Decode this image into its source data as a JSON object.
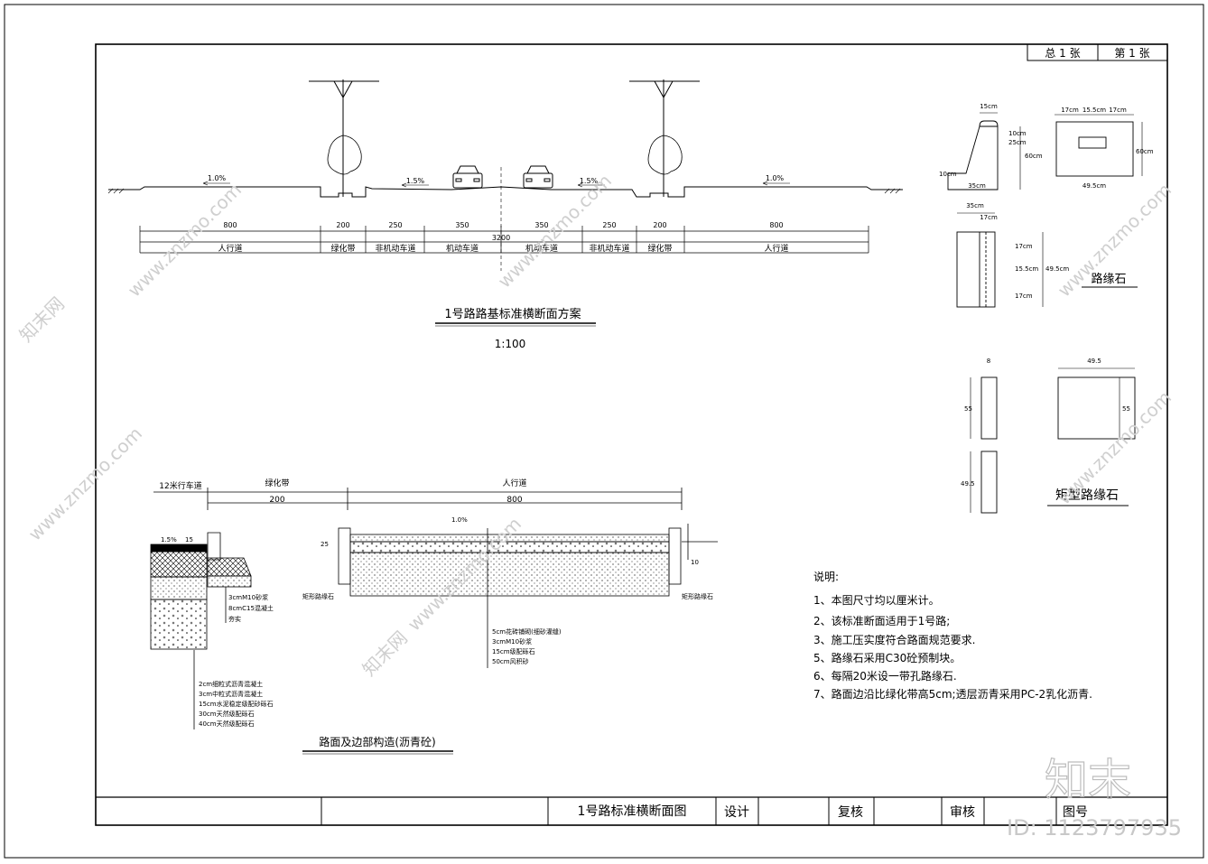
{
  "sheet_counter": {
    "total": "总 1 张",
    "page": "第 1 张"
  },
  "cross_section": {
    "slopes": {
      "left_walk": "1.0%",
      "left_lane": "1.5%",
      "right_lane": "1.5%",
      "right_walk": "1.0%"
    },
    "dims": [
      "800",
      "200",
      "250",
      "350",
      "350",
      "250",
      "200",
      "800"
    ],
    "total": "3200",
    "zones": [
      "人行道",
      "绿化带",
      "非机动车道",
      "机动车道",
      "机动车道",
      "非机动车道",
      "绿化带",
      "人行道"
    ],
    "title": "1号路路基标准横断面方案",
    "scale": "1:100"
  },
  "curb": {
    "dims": {
      "top_w": "15cm",
      "h1": "25cm",
      "h2": "10cm",
      "total_h": "60cm",
      "base_h": "10cm",
      "base_w": "35cm",
      "top_a": "17cm",
      "top_b": "15.5cm",
      "top_c": "17cm",
      "face_h": "60cm",
      "face_w": "49.5cm",
      "plan_w": "35cm",
      "plan_w2": "17cm",
      "p1": "17cm",
      "p2": "15.5cm",
      "p3": "17cm",
      "p_total": "49.5cm"
    },
    "label": "路缘石"
  },
  "rect_curb": {
    "dims": {
      "w_small": "8",
      "h_small": "55",
      "w_big": "49.5",
      "h_big": "55",
      "h_plan": "49.5"
    },
    "label": "矩型路缘石"
  },
  "detail": {
    "top_left": "12米行车道",
    "green": "绿化带",
    "walk": "人行道",
    "dim_green": "200",
    "dim_walk": "800",
    "slope_left": "1.5%",
    "slope_walk": "1.0%",
    "dim_15": "15",
    "dim_25": "25",
    "dim_10": "10",
    "curb_left": "矩形路缘石",
    "curb_right": "矩形路缘石",
    "left_layers": [
      "3cmM10砂浆",
      "8cmC15混凝土",
      "夯实"
    ],
    "walk_layers": [
      "5cm花砖铺砌(细砂灌缝)",
      "3cmM10砂浆",
      "15cm级配砾石",
      "50cm风积砂"
    ],
    "road_layers": [
      "2cm细粒式沥青混凝土",
      "3cm中粒式沥青混凝土",
      "15cm水泥稳定级配砂砾石",
      "30cm天然级配砾石",
      "40cm天然级配砾石"
    ],
    "title": "路面及边部构造(沥青砼)"
  },
  "notes": {
    "heading": "说明:",
    "items": [
      "1、本图尺寸均以厘米计。",
      "2、该标准断面适用于1号路;",
      "3、施工压实度符合路面规范要求.",
      "5、路缘石采用C30砼预制块。",
      "6、每隔20米设一带孔路缘石.",
      "7、路面边沿比绿化带高5cm;透层沥青采用PC-2乳化沥青."
    ]
  },
  "title_block": {
    "drawing_name": "1号路标准横断面图",
    "design": "设计",
    "check": "复核",
    "review": "审核",
    "drawing_no": "图号"
  },
  "watermark": {
    "logo": "知末",
    "id": "ID: 1123797935",
    "site": "www.znzmo.com",
    "cn": "知末网"
  }
}
